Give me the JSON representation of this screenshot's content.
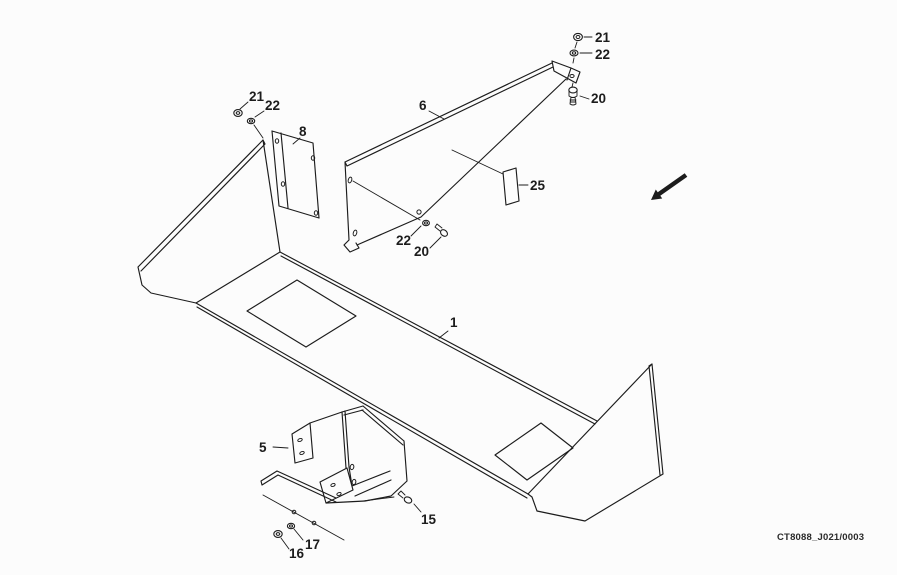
{
  "diagram": {
    "kind": "exploded-parts-line-drawing",
    "drawing_code": "CT8088_J021/0003"
  },
  "callouts": [
    {
      "ref": "1",
      "occurrences": 1
    },
    {
      "ref": "5",
      "occurrences": 1
    },
    {
      "ref": "6",
      "occurrences": 1
    },
    {
      "ref": "8",
      "occurrences": 1
    },
    {
      "ref": "15",
      "occurrences": 1
    },
    {
      "ref": "16",
      "occurrences": 1
    },
    {
      "ref": "17",
      "occurrences": 1
    },
    {
      "ref": "20",
      "occurrences": 2
    },
    {
      "ref": "21",
      "occurrences": 2
    },
    {
      "ref": "22",
      "occurrences": 3
    },
    {
      "ref": "25",
      "occurrences": 1
    }
  ],
  "icons": [
    {
      "name": "direction-arrow",
      "meaning": "viewing/mounting direction indicator"
    }
  ],
  "colors": {
    "ink": "#1c1c1c",
    "paper": "#fcfcfc"
  }
}
